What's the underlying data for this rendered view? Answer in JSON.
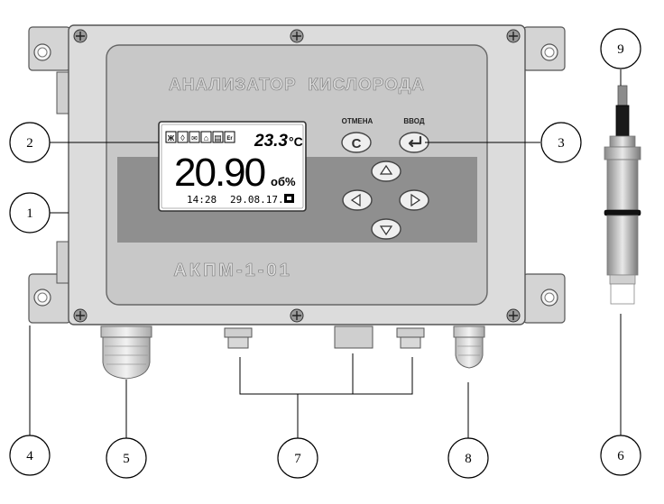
{
  "device": {
    "title": "АНАЛИЗАТОР  КИСЛОРОДА",
    "model": "АКПМ-1-01",
    "buttons": {
      "cancel_label": "ОТМЕНА",
      "cancel_symbol": "C",
      "enter_label": "ВВОД"
    },
    "display": {
      "temperature": "23.3",
      "temperature_unit": "°C",
      "reading": "20.90",
      "reading_unit": "об%",
      "time": "14:28",
      "date": "29.08.17.",
      "status_icons": [
        "Ж",
        "◊",
        "✉",
        "⌂",
        "▤",
        "Er"
      ]
    }
  },
  "callouts": [
    "1",
    "2",
    "3",
    "4",
    "5",
    "6",
    "7",
    "8",
    "9"
  ],
  "colors": {
    "enclosure": "#dcdcdc",
    "panel": "#c8c8c8",
    "panel_band": "#8f8f8f",
    "lcd_background": "#ffffff",
    "outline": "#555555"
  }
}
